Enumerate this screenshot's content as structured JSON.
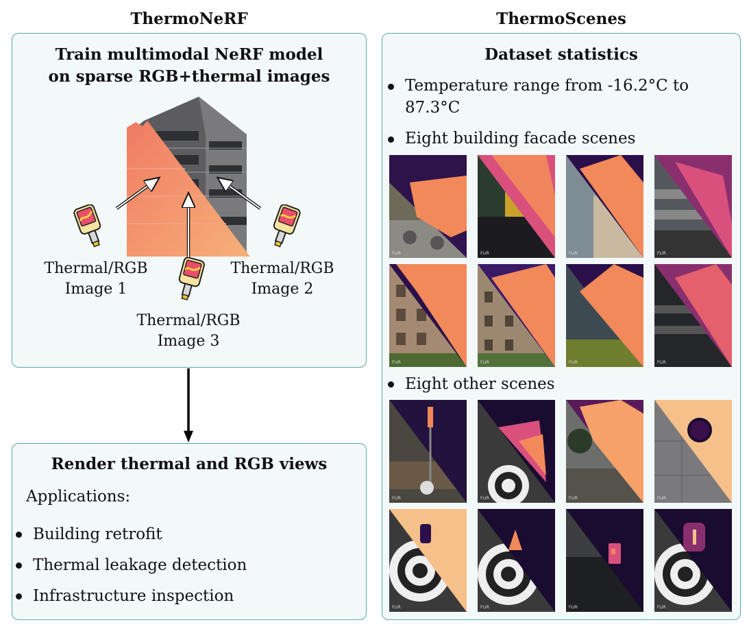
{
  "left_column": {
    "title": "ThermoNeRF",
    "train_box": {
      "heading_line1": "Train multimodal NeRF model",
      "heading_line2": "on sparse RGB+thermal images",
      "camera_labels": [
        {
          "line1": "Thermal/RGB",
          "line2": "Image 1"
        },
        {
          "line1": "Thermal/RGB",
          "line2": "Image 2"
        },
        {
          "line1": "Thermal/RGB",
          "line2": "Image 3"
        }
      ]
    },
    "render_box": {
      "heading": "Render thermal and RGB views",
      "applications_label": "Applications:",
      "applications": [
        "Building retrofit",
        "Thermal leakage detection",
        "Infrastructure inspection"
      ]
    }
  },
  "right_column": {
    "title": "ThermoScenes",
    "heading": "Dataset statistics",
    "stats": [
      {
        "line1": "Temperature range from -16.2°C to",
        "line2": "87.3°C"
      },
      {
        "line1": "Eight building facade scenes"
      },
      {
        "line1": "Eight other scenes"
      }
    ],
    "thumbnail_watermark": "FLIR",
    "facade_scenes": [
      {
        "scene": "plaza-building",
        "thermal": "orange"
      },
      {
        "scene": "yellow-glass-entrance",
        "thermal": "magenta"
      },
      {
        "scene": "tall-glass-facade",
        "thermal": "orange"
      },
      {
        "scene": "grey-office-block",
        "thermal": "purple"
      },
      {
        "scene": "brick-apartment-1",
        "thermal": "orange"
      },
      {
        "scene": "brick-apartment-2",
        "thermal": "orange"
      },
      {
        "scene": "hedge-building",
        "thermal": "orange"
      },
      {
        "scene": "dark-office-block",
        "thermal": "magenta"
      }
    ],
    "other_scenes": [
      {
        "scene": "robot-pole",
        "thermal": "dark-purple"
      },
      {
        "scene": "target-mat-laptop",
        "thermal": "dark-purple"
      },
      {
        "scene": "tree-parking",
        "thermal": "orange"
      },
      {
        "scene": "tile-floor-hole",
        "thermal": "peach"
      },
      {
        "scene": "cup-on-target",
        "thermal": "peach"
      },
      {
        "scene": "cone-on-target",
        "thermal": "dark-purple"
      },
      {
        "scene": "electronics-board",
        "thermal": "dark-purple"
      },
      {
        "scene": "kettle-on-target",
        "thermal": "dark-purple"
      }
    ]
  },
  "colors": {
    "panel_border": "#5aab9f",
    "panel_fill": "#f3f8f8",
    "thermal_orange": "#f2895a",
    "thermal_purple": "#2a0f4a"
  }
}
